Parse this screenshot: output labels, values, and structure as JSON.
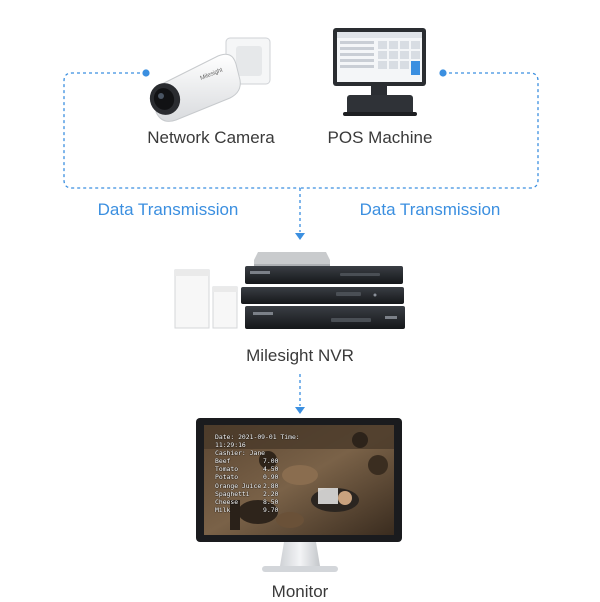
{
  "devices": {
    "camera": {
      "label": "Network Camera",
      "brand": "Milesight"
    },
    "pos": {
      "label": "POS Machine"
    },
    "nvr": {
      "label": "Milesight NVR",
      "brand": "Milesight"
    },
    "monitor": {
      "label": "Monitor"
    }
  },
  "flow": {
    "left_label": "Data Transmission",
    "right_label": "Data Transmission"
  },
  "receipt": {
    "date_line": "Date: 2021-09-01  Time: 11:29:16",
    "cashier_line": "Cashier: Jane",
    "items": [
      {
        "name": "Beef",
        "price": "7.00"
      },
      {
        "name": "Tomato",
        "price": "4.50"
      },
      {
        "name": "Potato",
        "price": "0.90"
      },
      {
        "name": "Orange Juice",
        "price": "2.80"
      },
      {
        "name": "Spaghetti",
        "price": "2.20"
      },
      {
        "name": "Cheese",
        "price": "8.50"
      },
      {
        "name": "Milk",
        "price": "9.70"
      }
    ]
  },
  "colors": {
    "accent": "#3b8fe0",
    "text": "#3a3a3a",
    "device_dark": "#1f2226",
    "device_light": "#f2f2f2"
  }
}
